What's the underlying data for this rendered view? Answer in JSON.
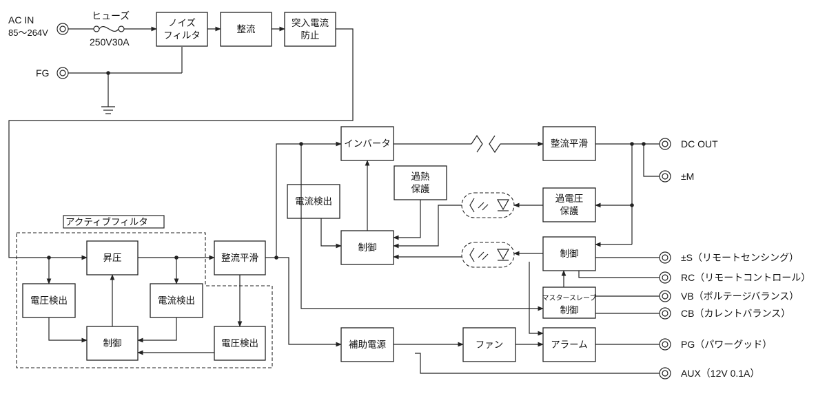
{
  "inputs": {
    "ac_in_label": "AC IN",
    "ac_in_range": "85～264V",
    "fuse_label": "ヒューズ",
    "fuse_rating": "250V30A",
    "fg_label": "FG"
  },
  "blocks": {
    "noise_filter_1": "ノイズ",
    "noise_filter_2": "フィルタ",
    "rectifier": "整流",
    "inrush_1": "突入電流",
    "inrush_2": "防止",
    "active_filter_title": "アクティブフィルタ",
    "boost": "昇圧",
    "voltage_detect_a": "電圧検出",
    "current_detect_a": "電流検出",
    "control_a": "制御",
    "rect_smooth_a": "整流平滑",
    "voltage_detect_b": "電圧検出",
    "inverter": "インバータ",
    "current_detect_b": "電流検出",
    "overheat_1": "過熱",
    "overheat_2": "保護",
    "control_b": "制御",
    "rect_smooth_b": "整流平滑",
    "overvolt_1": "過電圧",
    "overvolt_2": "保護",
    "control_c": "制御",
    "master_slave_1": "マスタースレーブ",
    "master_slave_2": "制御",
    "aux_power": "補助電源",
    "fan": "ファン",
    "alarm": "アラーム"
  },
  "outputs": {
    "dc_out": "DC OUT",
    "m": "±M",
    "s": "±S（リモートセンシング）",
    "rc": "RC（リモートコントロール）",
    "vb": "VB（ボルテージバランス）",
    "cb": "CB（カレントバランス）",
    "pg": "PG（パワーグッド）",
    "aux": "AUX（12V 0.1A）"
  }
}
